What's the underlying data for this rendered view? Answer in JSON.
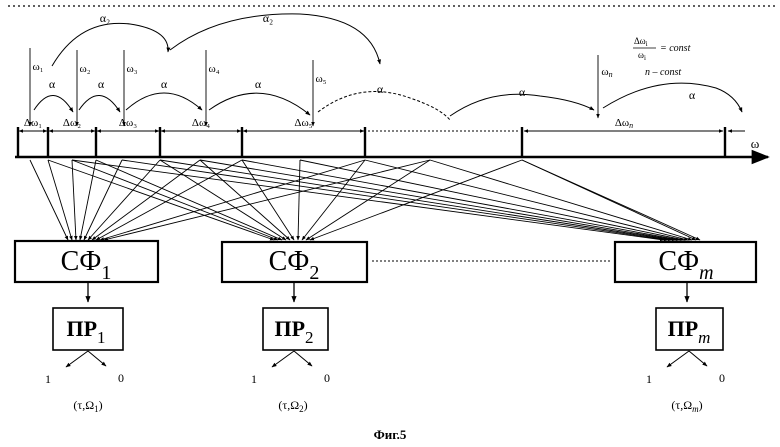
{
  "frequency_axis": {
    "label": "ω",
    "delta_labels": [
      "Δω₁",
      "Δω₂",
      "Δω₃",
      "Δω₄",
      "Δω₅"
    ],
    "delta_last": "Δω",
    "delta_last_sub": "n"
  },
  "frequency_markers": [
    "ω₁",
    "ω₂",
    "ω₃",
    "ω₄",
    "ω₅"
  ],
  "frequency_marker_last": "ω",
  "frequency_marker_last_sub": "n",
  "shift_labels": {
    "alpha": "α",
    "alpha2": "α₂"
  },
  "conditions": {
    "ratio_num": "Δω",
    "ratio_num_sub": "i",
    "ratio_den": "ω",
    "ratio_den_sub": "i",
    "ratio_rhs": "= const",
    "second": "n – const"
  },
  "filter_base": "СФ",
  "filter_subs": [
    "1",
    "2",
    "m"
  ],
  "decider_base": "ПР",
  "decider_subs": [
    "1",
    "2",
    "m"
  ],
  "decider_outputs": {
    "left": "1",
    "right": "0"
  },
  "outputs": [
    {
      "open": "(τ,Ω",
      "sub": "1",
      "close": ")"
    },
    {
      "open": "(τ,Ω",
      "sub": "2",
      "close": ")"
    },
    {
      "open": "(τ,Ω",
      "sub": "m",
      "close": ")"
    }
  ],
  "caption": "Фиг.5"
}
